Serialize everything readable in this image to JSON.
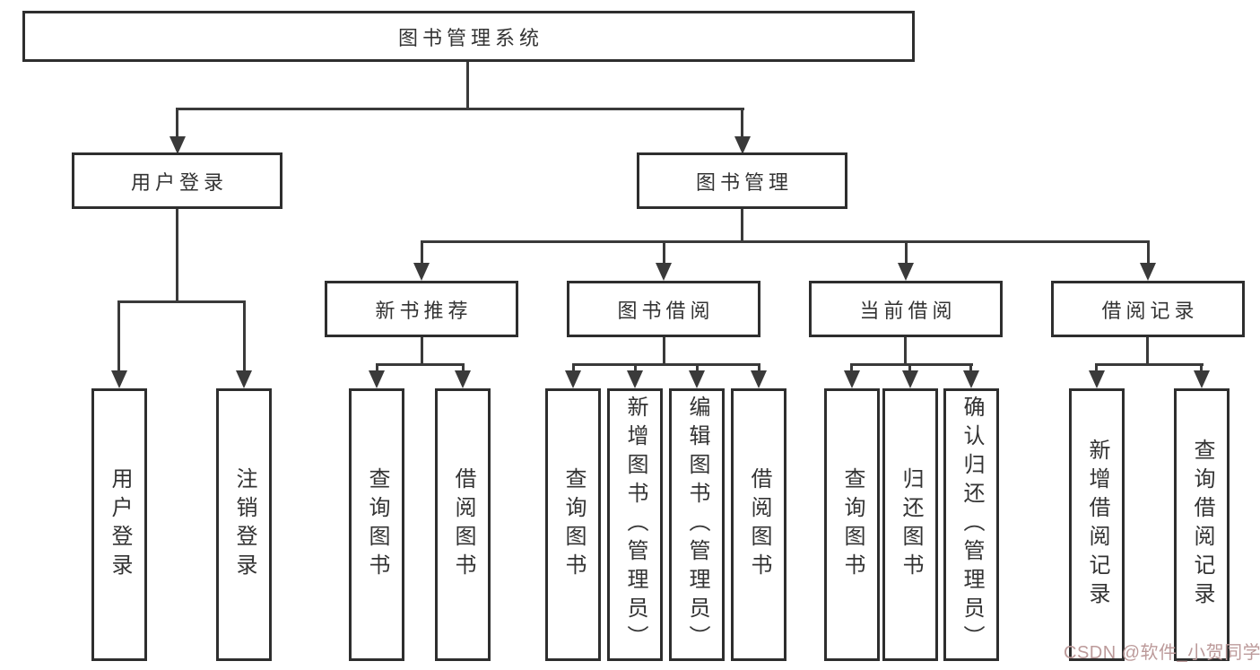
{
  "diagram_title": "图书管理系统",
  "tree": {
    "label": "图书管理系统",
    "children": [
      {
        "label": "用户登录",
        "children": [
          {
            "label": "用户登录"
          },
          {
            "label": "注销登录"
          }
        ]
      },
      {
        "label": "图书管理",
        "children": [
          {
            "label": "新书推荐",
            "children": [
              {
                "label": "查询图书"
              },
              {
                "label": "借阅图书"
              }
            ]
          },
          {
            "label": "图书借阅",
            "children": [
              {
                "label": "查询图书"
              },
              {
                "label": "新增图书（管理员）"
              },
              {
                "label": "编辑图书（管理员）"
              },
              {
                "label": "借阅图书"
              }
            ]
          },
          {
            "label": "当前借阅",
            "children": [
              {
                "label": "查询图书"
              },
              {
                "label": "归还图书"
              },
              {
                "label": "确认归还（管理员）"
              }
            ]
          },
          {
            "label": "借阅记录",
            "children": [
              {
                "label": "新增借阅记录"
              },
              {
                "label": "查询借阅记录"
              }
            ]
          }
        ]
      }
    ]
  },
  "watermark": {
    "text": "CSDN @软件_小贺同学",
    "color": "#bc9a9a"
  },
  "colors": {
    "background": "#ffffff",
    "line": "#3a3a3a",
    "box_border": "#2e2e2e",
    "text": "#333333"
  }
}
